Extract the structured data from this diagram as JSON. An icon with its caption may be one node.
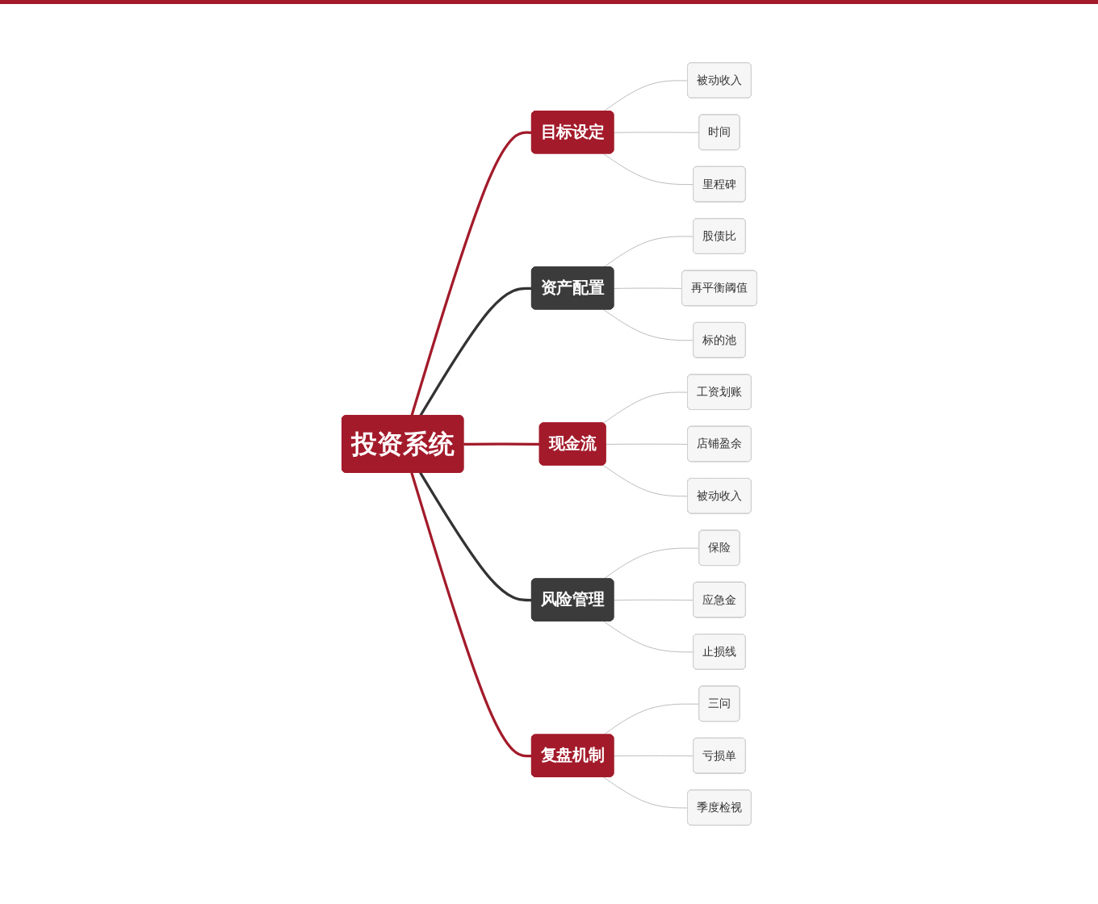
{
  "diagram": {
    "nodes": [
      {
        "text": [
          "投资系统"
        ]
      },
      {
        "text": [
          "目标设定"
        ]
      },
      {
        "text": [
          "被动收入"
        ]
      },
      {
        "text": [
          "时间"
        ]
      },
      {
        "text": [
          "里程碑"
        ]
      },
      {
        "text": [
          "资产配置"
        ]
      },
      {
        "text": [
          "股债比"
        ]
      },
      {
        "text": [
          "再平衡阈值"
        ]
      },
      {
        "text": [
          "标的池"
        ]
      },
      {
        "text": [
          "现金流"
        ]
      },
      {
        "text": [
          "工资划账"
        ]
      },
      {
        "text": [
          "店铺盈余"
        ]
      },
      {
        "text": [
          "被动收入"
        ]
      },
      {
        "text": [
          "风险管理"
        ]
      },
      {
        "text": [
          "保险"
        ]
      },
      {
        "text": [
          "应急金"
        ]
      },
      {
        "text": [
          "止损线"
        ]
      },
      {
        "text": [
          "复盘机制"
        ]
      },
      {
        "text": [
          "三问"
        ]
      },
      {
        "text": [
          "亏损单"
        ]
      },
      {
        "text": [
          "季度检视"
        ]
      }
    ],
    "edges": [
      {
        "from": 0,
        "to": 1,
        "arrow": "none",
        "style": "thick",
        "color": "#a31b2b"
      },
      {
        "from": 1,
        "to": 2,
        "arrow": "none"
      },
      {
        "from": 1,
        "to": 3,
        "arrow": "none"
      },
      {
        "from": 1,
        "to": 4,
        "arrow": "none"
      },
      {
        "from": 0,
        "to": 5,
        "arrow": "none",
        "style": "thick",
        "color": "#333333"
      },
      {
        "from": 5,
        "to": 6,
        "arrow": "none"
      },
      {
        "from": 5,
        "to": 7,
        "arrow": "none"
      },
      {
        "from": 5,
        "to": 8,
        "arrow": "none"
      },
      {
        "from": 0,
        "to": 9,
        "arrow": "none",
        "style": "thick",
        "color": "#a31b2b"
      },
      {
        "from": 9,
        "to": 10,
        "arrow": "none"
      },
      {
        "from": 9,
        "to": 11,
        "arrow": "none"
      },
      {
        "from": 9,
        "to": 12,
        "arrow": "none"
      },
      {
        "from": 0,
        "to": 13,
        "arrow": "none",
        "style": "thick",
        "color": "#333333"
      },
      {
        "from": 13,
        "to": 14,
        "arrow": "none"
      },
      {
        "from": 13,
        "to": 15,
        "arrow": "none"
      },
      {
        "from": 13,
        "to": 16,
        "arrow": "none"
      },
      {
        "from": 0,
        "to": 17,
        "arrow": "none",
        "style": "thick",
        "color": "#a31b2b"
      },
      {
        "from": 17,
        "to": 18,
        "arrow": "none"
      },
      {
        "from": 17,
        "to": 19,
        "arrow": "none"
      },
      {
        "from": 17,
        "to": 20,
        "arrow": "none"
      }
    ]
  }
}
